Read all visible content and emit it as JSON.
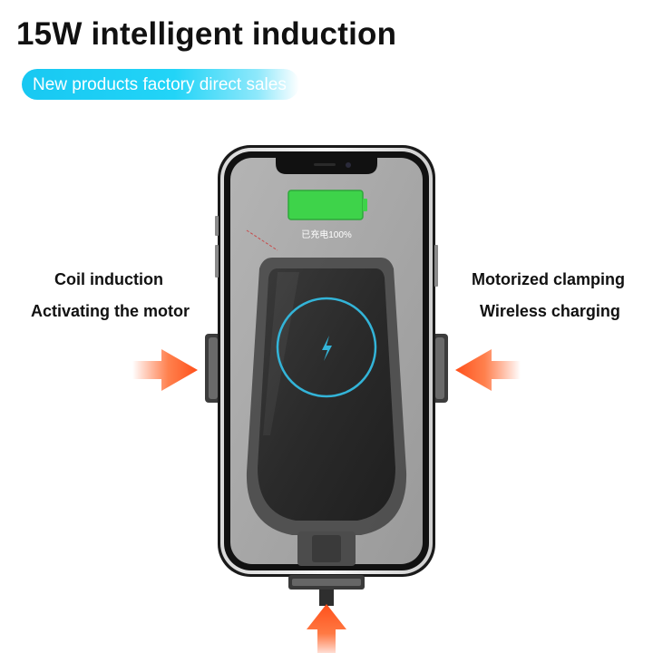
{
  "headline": "15W intelligent induction",
  "badge": "New products factory direct sales",
  "features": {
    "left": [
      "Coil induction",
      "Activating the motor"
    ],
    "right": [
      "Motorized clamping",
      "Wireless charging"
    ]
  },
  "battery_label": "已充电100%",
  "colors": {
    "badge": "#1ec8f2",
    "arrow": "#ff5a24",
    "battery": "#3ed34a",
    "ring": "#33b4d8"
  },
  "icons": [
    "lightning-bolt-icon",
    "arrow-right-icon",
    "arrow-left-icon",
    "arrow-up-icon"
  ]
}
